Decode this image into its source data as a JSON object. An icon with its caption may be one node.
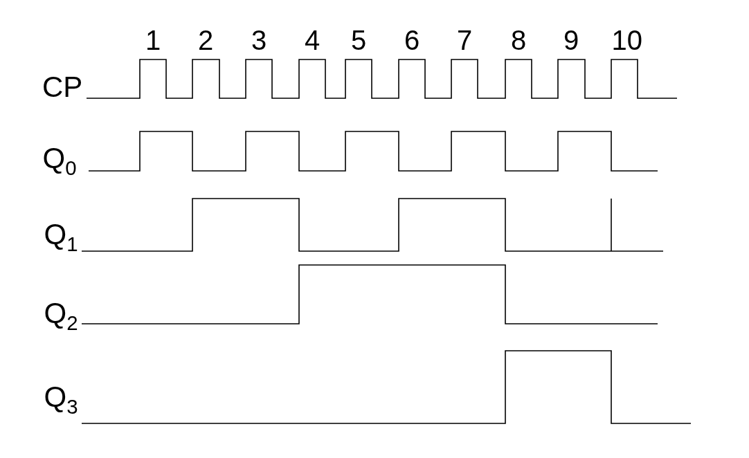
{
  "diagram": {
    "labels": [
      "1",
      "2",
      "3",
      "4",
      "5",
      "6",
      "7",
      "8",
      "9",
      "10",
      "CP",
      "Q$_{0}$",
      "Q$_{1}$",
      "Q$_{2}$",
      "Q$_{3}$"
    ]
  }
}
